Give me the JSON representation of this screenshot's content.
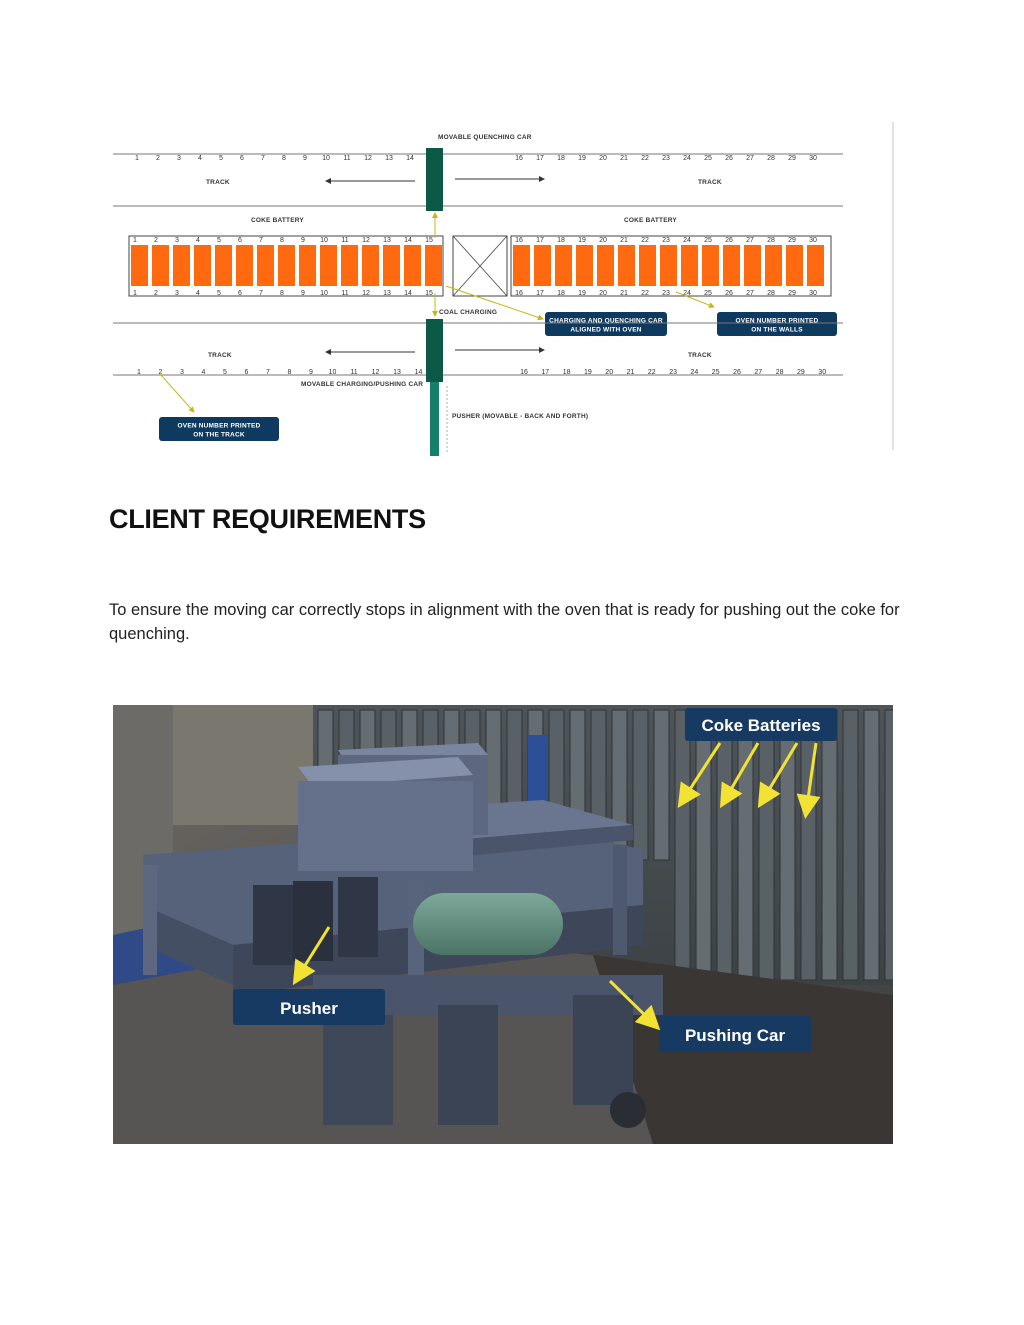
{
  "diagram": {
    "labels": {
      "movable_quenching_car": "Movable Quenching Car",
      "track_top_left": "Track",
      "track_top_right": "Track",
      "coke_battery_left": "Coke Battery",
      "coke_battery_right": "Coke Battery",
      "coal_charging": "Coal Charging",
      "charging_quenching_line1": "Charging And Quenching Car",
      "charging_quenching_line2": "Aligned With Oven",
      "oven_walls_line1": "Oven Number Printed",
      "oven_walls_line2": "On The Walls",
      "track_bottom_left": "Track",
      "track_bottom_right": "Track",
      "movable_charging_pushing_car": "Movable Charging/Pushing Car",
      "pusher": "Pusher (Movable - Back And Forth)",
      "oven_track_line1": "Oven Number Printed",
      "oven_track_line2": "On The Track"
    },
    "left_numbers": [
      "1",
      "2",
      "3",
      "4",
      "5",
      "6",
      "7",
      "8",
      "9",
      "10",
      "11",
      "12",
      "13",
      "14"
    ],
    "left_oven_numbers": [
      "1",
      "2",
      "3",
      "4",
      "5",
      "6",
      "7",
      "8",
      "9",
      "10",
      "11",
      "12",
      "13",
      "14",
      "15"
    ],
    "right_numbers": [
      "16",
      "17",
      "18",
      "19",
      "20",
      "21",
      "22",
      "23",
      "24",
      "25",
      "26",
      "27",
      "28",
      "29",
      "30"
    ],
    "colors": {
      "oven": "#ff6a10",
      "car": "#0c5a45",
      "callout": "#0f3a60",
      "arrow": "#d4c21e"
    }
  },
  "section": {
    "heading": "CLIENT REQUIREMENTS",
    "paragraph": "To ensure the moving car correctly stops in alignment with the oven that is ready for pushing out the coke for quenching."
  },
  "photo": {
    "labels": {
      "coke_batteries": "Coke Batteries",
      "pusher": "Pusher",
      "pushing_car": "Pushing Car"
    }
  }
}
